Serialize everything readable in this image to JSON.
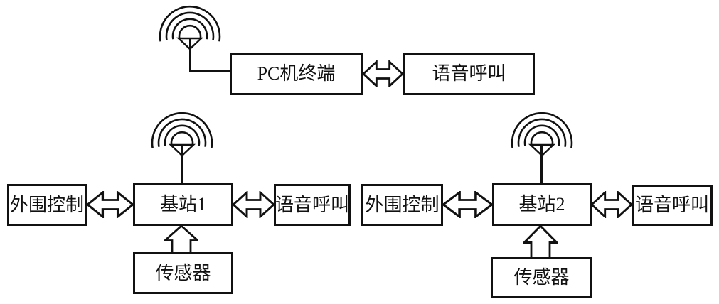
{
  "diagram": {
    "type": "block-diagram",
    "colors": {
      "line": "#111111",
      "background": "#ffffff"
    },
    "nodes": {
      "pc_terminal": "PC机终端",
      "voice_call_top": "语音呼叫",
      "peripheral_control_1": "外围控制",
      "base_station_1": "基站1",
      "voice_call_1": "语音呼叫",
      "sensor_1": "传感器",
      "peripheral_control_2": "外围控制",
      "base_station_2": "基站2",
      "voice_call_2": "语音呼叫",
      "sensor_2": "传感器"
    },
    "icons": {
      "antenna": "wireless-antenna-icon",
      "double_arrow": "double-headed-arrow-icon",
      "up_arrow": "up-arrow-icon"
    },
    "edges": [
      {
        "from": "antenna_top",
        "to": "pc_terminal",
        "type": "line"
      },
      {
        "from": "pc_terminal",
        "to": "voice_call_top",
        "type": "bidirectional-arrow"
      },
      {
        "from": "antenna_1",
        "to": "base_station_1",
        "type": "line"
      },
      {
        "from": "peripheral_control_1",
        "to": "base_station_1",
        "type": "bidirectional-arrow"
      },
      {
        "from": "base_station_1",
        "to": "voice_call_1",
        "type": "bidirectional-arrow"
      },
      {
        "from": "sensor_1",
        "to": "base_station_1",
        "type": "arrow-up"
      },
      {
        "from": "antenna_2",
        "to": "base_station_2",
        "type": "line"
      },
      {
        "from": "peripheral_control_2",
        "to": "base_station_2",
        "type": "bidirectional-arrow"
      },
      {
        "from": "base_station_2",
        "to": "voice_call_2",
        "type": "bidirectional-arrow"
      },
      {
        "from": "sensor_2",
        "to": "base_station_2",
        "type": "arrow-up"
      }
    ]
  }
}
